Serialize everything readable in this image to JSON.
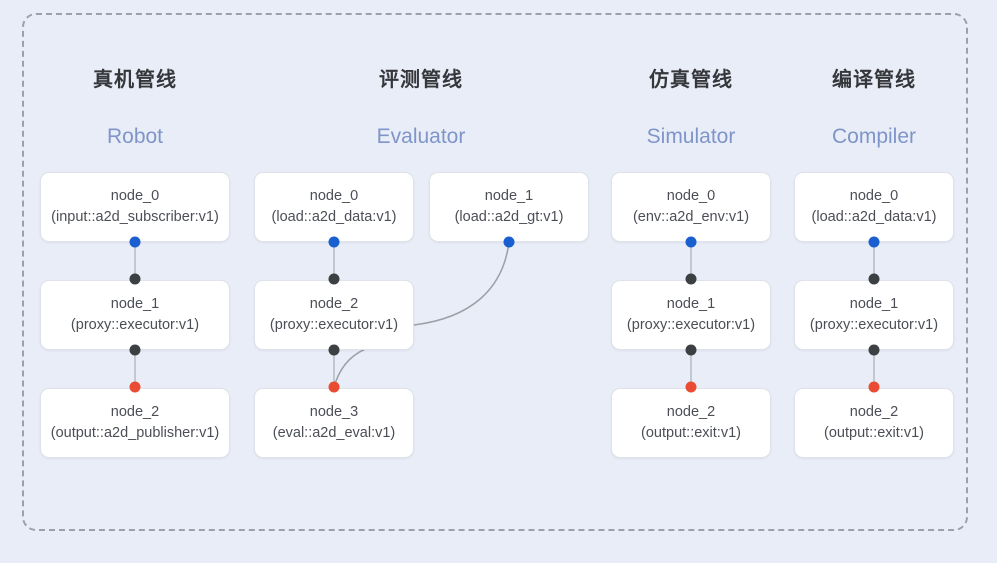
{
  "diagram": {
    "title_cn_font_color": "#35373b",
    "title_en_font_color": "#7f95c9",
    "background_color": "#e9edf7",
    "frame_border_color": "#9aa1ac",
    "node_fill_color": "#ffffff",
    "node_border_color": "#dfe2e8",
    "dot_colors": {
      "input": "#1a5fd0",
      "middle": "#3c4043",
      "output": "#ea4b33"
    },
    "edge_color": "#9aa0a6"
  },
  "columns": [
    {
      "title_cn": "真机管线",
      "title_en": "Robot",
      "nodes": [
        {
          "name": "node_0",
          "type": "(input::a2d_subscriber:v1)"
        },
        {
          "name": "node_1",
          "type": "(proxy::executor:v1)"
        },
        {
          "name": "node_2",
          "type": "(output::a2d_publisher:v1)"
        }
      ]
    },
    {
      "title_cn": "评测管线",
      "title_en": "Evaluator",
      "nodes": [
        {
          "name": "node_0",
          "type": "(load::a2d_data:v1)"
        },
        {
          "name": "node_1",
          "type": "(load::a2d_gt:v1)"
        },
        {
          "name": "node_2",
          "type": "(proxy::executor:v1)"
        },
        {
          "name": "node_3",
          "type": "(eval::a2d_eval:v1)"
        }
      ]
    },
    {
      "title_cn": "仿真管线",
      "title_en": "Simulator",
      "nodes": [
        {
          "name": "node_0",
          "type": "(env::a2d_env:v1)"
        },
        {
          "name": "node_1",
          "type": "(proxy::executor:v1)"
        },
        {
          "name": "node_2",
          "type": "(output::exit:v1)"
        }
      ]
    },
    {
      "title_cn": "编译管线",
      "title_en": "Compiler",
      "nodes": [
        {
          "name": "node_0",
          "type": "(load::a2d_data:v1)"
        },
        {
          "name": "node_1",
          "type": "(proxy::executor:v1)"
        },
        {
          "name": "node_2",
          "type": "(output::exit:v1)"
        }
      ]
    }
  ]
}
